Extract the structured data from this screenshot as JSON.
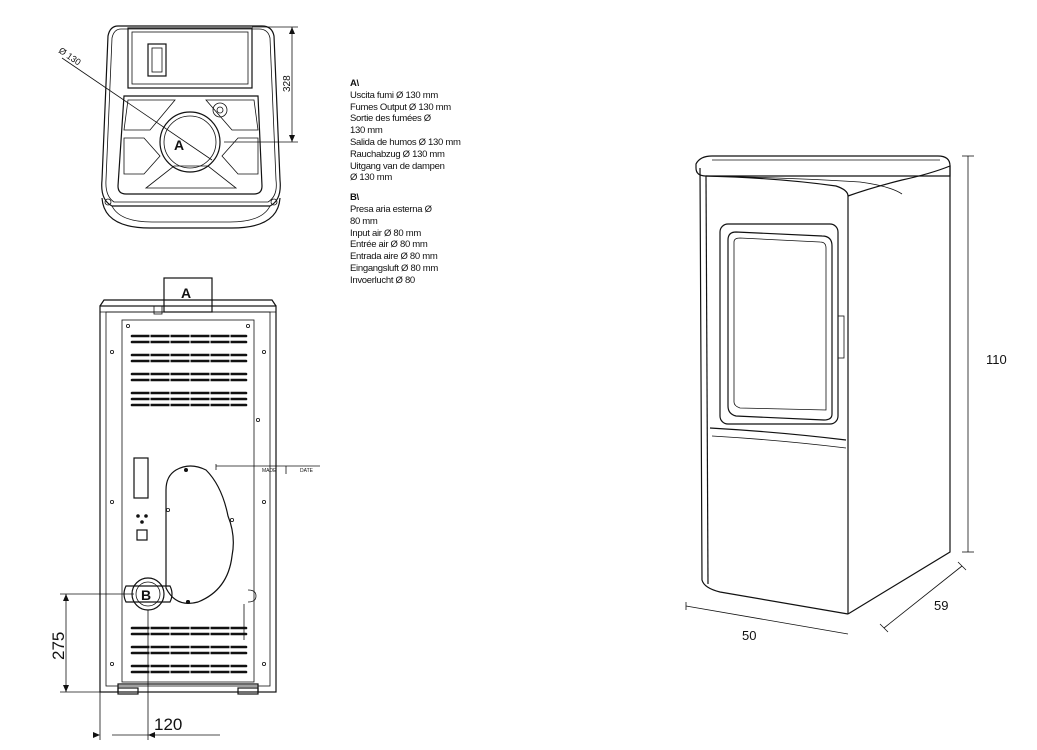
{
  "legend": {
    "a": {
      "heading": "A\\",
      "lines": [
        "Uscita fumi Ø 130 mm",
        "Fumes Output Ø 130 mm",
        "Sortie des fumées Ø",
        "130 mm",
        "Salida de humos Ø 130 mm",
        "Rauchabzug Ø 130 mm",
        "Uitgang van de dampen",
        "Ø 130 mm"
      ]
    },
    "b": {
      "heading": "B\\",
      "lines": [
        "Presa aria esterna Ø",
        "80 mm",
        "Input air Ø 80 mm",
        "Entrée air Ø 80 mm",
        "Entrada aire Ø 80 mm",
        "Eingangsluft Ø 80 mm",
        "Invoerlucht Ø 80"
      ]
    }
  },
  "top_view": {
    "diameter_label": "Ø 130",
    "depth_dim": "328",
    "outlet_marker": "A"
  },
  "rear_view": {
    "flue_marker": "A",
    "air_marker": "B",
    "height_dim": "275",
    "offset_dim": "120",
    "plate_left": "MADE",
    "plate_right": "DATE"
  },
  "perspective_view": {
    "height": "110",
    "width": "50",
    "depth": "59"
  }
}
